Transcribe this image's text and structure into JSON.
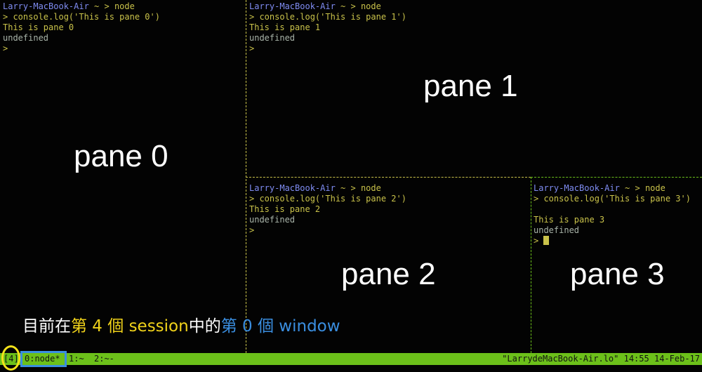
{
  "panes": [
    {
      "host": "Larry-MacBook-Air",
      "prompt": " ~ > node",
      "cmd": "> console.log('This is pane 0')",
      "out": "This is pane 0",
      "result": "undefined",
      "prompt2": ">",
      "label": "pane 0"
    },
    {
      "host": "Larry-MacBook-Air",
      "prompt": " ~ > node",
      "cmd": "> console.log('This is pane 1')",
      "out": "This is pane 1",
      "result": "undefined",
      "prompt2": ">",
      "label": "pane 1"
    },
    {
      "host": "Larry-MacBook-Air",
      "prompt": " ~ > node",
      "cmd": "> console.log('This is pane 2')",
      "out": "This is pane 2",
      "result": "undefined",
      "prompt2": ">",
      "label": "pane 2"
    },
    {
      "host": "Larry-MacBook-Air",
      "prompt": " ~ > node",
      "cmd": "> console.log('This is pane 3')",
      "out": "This is pane 3",
      "result": "undefined",
      "prompt2": "> ",
      "label": "pane 3",
      "active": true
    }
  ],
  "annotation": {
    "p1": "目前在",
    "p2": "第 4 個 session",
    "p3": "中的",
    "p4": "第 0 個 window"
  },
  "status": {
    "session": "[4]",
    "window_active": "0:node*",
    "window_1": "1:~",
    "window_2": "2:~-",
    "host": "\"LarrydeMacBook-Air.lo\"",
    "time": "14:55",
    "date": "14-Feb-17"
  },
  "colors": {
    "status_bar": "#6cc01a",
    "session_highlight": "#f4e21a",
    "window_highlight": "#3a8ee0",
    "active_border": "#6cc01a",
    "inactive_border": "#c9c24a"
  }
}
